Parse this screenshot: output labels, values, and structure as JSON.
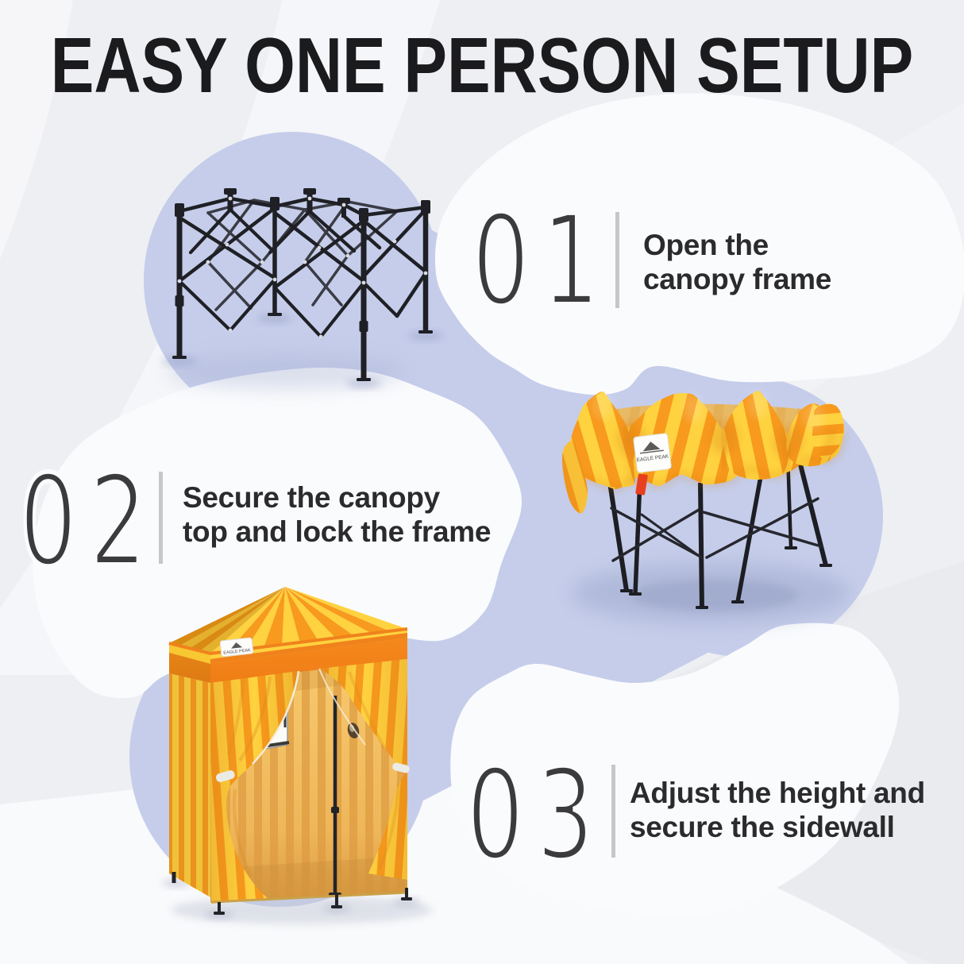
{
  "title": "EASY ONE PERSON SETUP",
  "steps": [
    {
      "number": "01",
      "lines": [
        "Open the",
        "canopy frame"
      ]
    },
    {
      "number": "02",
      "lines": [
        "Secure the canopy",
        "top and lock the frame"
      ]
    },
    {
      "number": "03",
      "lines": [
        "Adjust the height and",
        "secure the sidewall"
      ]
    }
  ],
  "product": {
    "brand": "EAGLE PEAK"
  },
  "colors": {
    "bg": "#edeff2",
    "cloud": "#fafbfd",
    "blob": "#c5cdea",
    "title-text": "#1b1b1d",
    "number-text": "#3b3b3d",
    "number-halo": "#fafbfd",
    "divider": "#c7c7c9",
    "step-text": "#2b2b2d",
    "yellow": "#ffd23f",
    "orange": "#f79a1d"
  }
}
